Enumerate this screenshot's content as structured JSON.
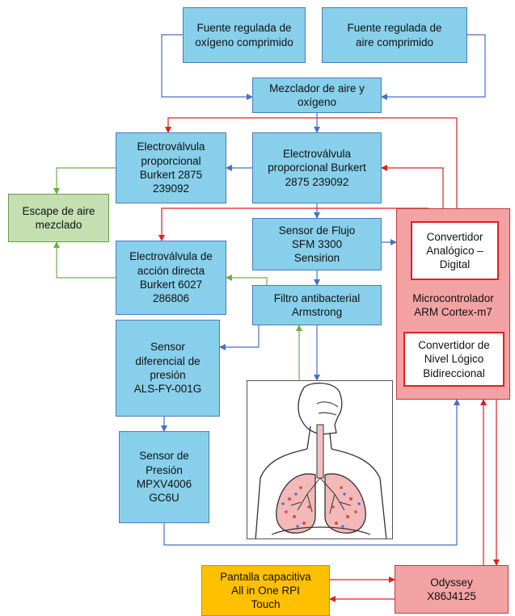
{
  "colors": {
    "blue_fill": "#87cfea",
    "blue_line": "#4472c4",
    "green_fill": "#c4dfb0",
    "green_line": "#70ad47",
    "red_fill": "#f3a2a4",
    "red_line": "#e02020",
    "orange_fill": "#ffc000"
  },
  "nodes": {
    "fuente_oxigeno": "Fuente regulada de\noxígeno comprimido",
    "fuente_aire": "Fuente regulada de\naire comprimido",
    "mezclador": "Mezclador de aire y\noxígeno",
    "electrovalvula_izq": "Electroválvula\nproporcional\nBurkert 2875\n239092",
    "electrovalvula_centro": "Electroválvula\nproporcional Burkert\n2875 239092",
    "escape": "Escape de aire\nmezclado",
    "sensor_flujo": "Sensor de Flujo\nSFM 3300\nSensirion",
    "electrovalvula_directa": "Electroválvula de\nacción directa\nBurkert 6027\n286806",
    "filtro": "Filtro antibacterial\nArmstrong",
    "sensor_diferencial": "Sensor\ndiferencial de\npresión\nALS-FY-001G",
    "sensor_presion": "Sensor de\nPresión\nMPXV4006\nGC6U",
    "convertidor_ad": "Convertidor\nAnalógico –\nDigital",
    "microcontrolador": "Microcontrolador\nARM Cortex-m7",
    "convertidor_nivel": "Convertidor de\nNivel Lógico\nBidireccional",
    "odyssey": "Odyssey\nX86J4125",
    "pantalla": "Pantalla capacitiva\nAll in One RPI\nTouch"
  },
  "illustration": "respiratory-system-lungs"
}
